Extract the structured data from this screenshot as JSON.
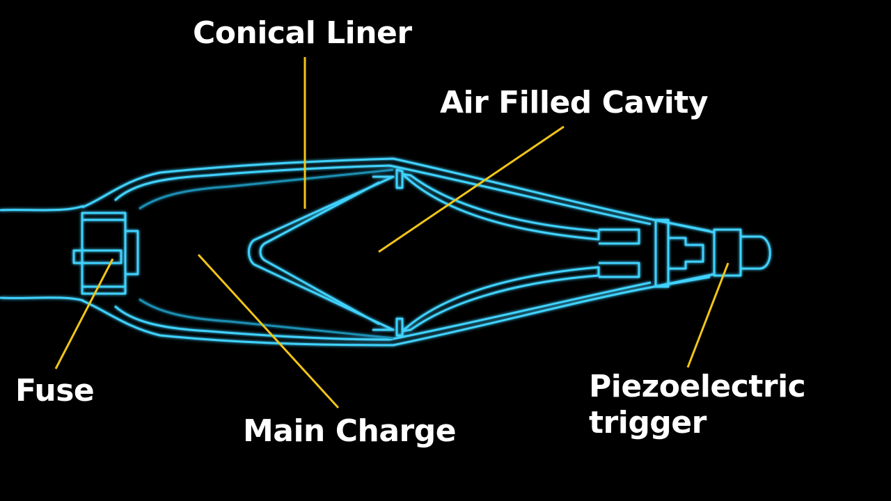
{
  "colors": {
    "background": "#000000",
    "outline": "#3fd2ff",
    "outline_dim": "#1f8fb3",
    "leader": "#f2c518",
    "label_text": "#ffffff"
  },
  "labels": {
    "conical_liner": "Conical Liner",
    "air_filled_cavity": "Air Filled Cavity",
    "fuse": "Fuse",
    "main_charge": "Main Charge",
    "piezo_line1": "Piezoelectric",
    "piezo_line2": "trigger"
  }
}
